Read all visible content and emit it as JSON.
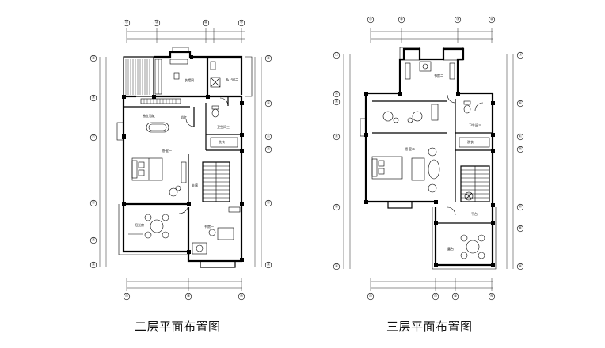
{
  "captions": {
    "left": "二层平面布置图",
    "right": "三层平面布置图"
  },
  "left_plan": {
    "top_axes": [
      "①",
      "②",
      "④",
      "⑤"
    ],
    "bottom_axes": [
      "①",
      "③",
      "⑤"
    ],
    "left_axes": [
      "Ⓙ",
      "Ⓗ",
      "Ⓕ",
      "Ⓒ",
      "Ⓑ",
      "Ⓐ"
    ],
    "right_axes": [
      "Ⓙ",
      "Ⓖ",
      "Ⓔ",
      "Ⓓ",
      "Ⓒ",
      "Ⓐ"
    ],
    "rooms": {
      "closet": "衣帽间",
      "bath2": "私卫间二",
      "bath1": "卫生间三",
      "bathroom_main": "独立浴缸",
      "master": "卧室一",
      "corridor": "走廊",
      "sunroom": "阳光房",
      "study": "书房一",
      "laundry": "洗衣",
      "bath_label": "浴缸"
    }
  },
  "right_plan": {
    "top_axes": [
      "①",
      "②",
      "③",
      "④"
    ],
    "bottom_axes": [
      "①",
      "③",
      "④",
      "⑤"
    ],
    "left_axes": [
      "Ⓙ",
      "Ⓗ",
      "Ⓖ",
      "Ⓕ",
      "Ⓒ",
      "Ⓐ"
    ],
    "right_axes": [
      "Ⓙ",
      "Ⓖ",
      "Ⓔ",
      "Ⓓ",
      "Ⓒ",
      "Ⓑ",
      "Ⓐ"
    ],
    "rooms": {
      "study2": "书房二",
      "bath3": "卫生间三",
      "bedroom2": "卧室二",
      "terrace": "平台",
      "balcony": "露台",
      "laundry": "洗衣"
    }
  }
}
